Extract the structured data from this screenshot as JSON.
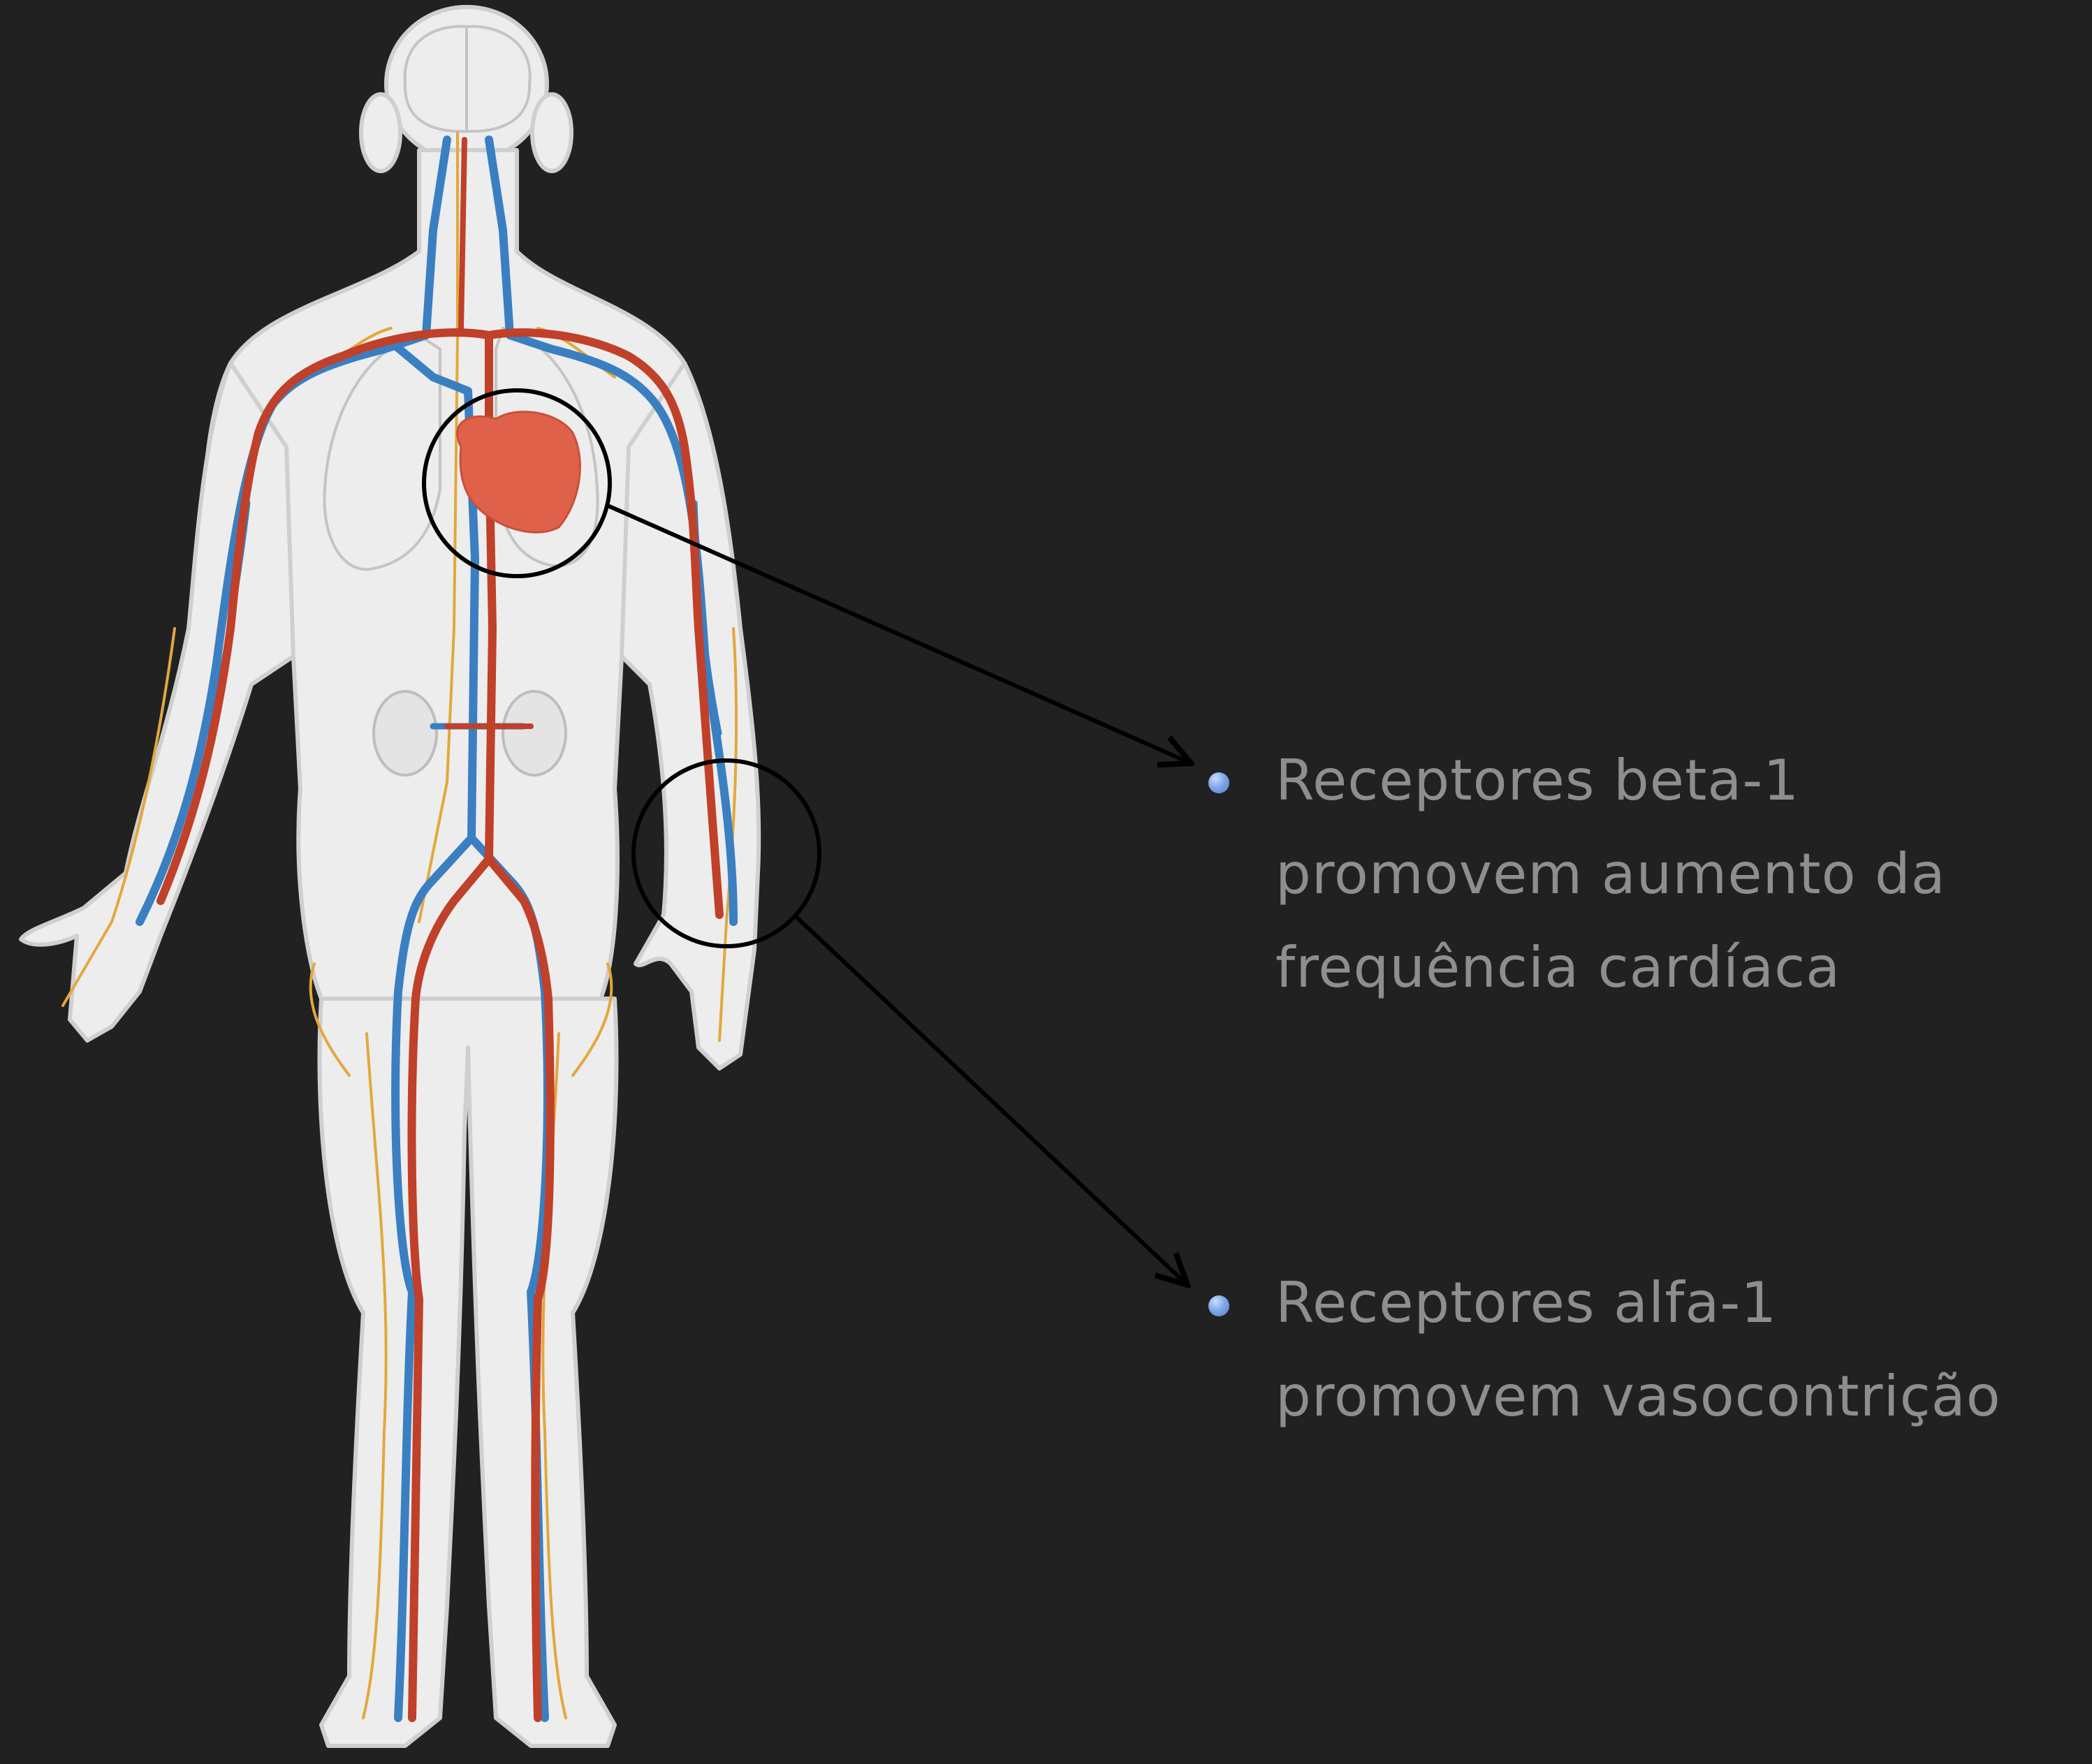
{
  "colors": {
    "background": "#212121",
    "body_fill": "#ededed",
    "body_outline": "#cfcfcf",
    "artery": "#c0402a",
    "vein": "#3a7fc1",
    "nerve": "#e3a73c",
    "heart": "#e0614a",
    "callout_stroke": "#000000",
    "text": "#8e8e8e",
    "bullet": "#6f9be0"
  },
  "illustration": "human-circulatory-system",
  "bullets": [
    {
      "target": "heart",
      "lines": [
        "Receptores beta-1",
        "promovem aumento da",
        "frequência cardíaca"
      ]
    },
    {
      "target": "wrist",
      "lines": [
        "Receptores alfa-1",
        "promovem vasocontrição"
      ]
    }
  ]
}
